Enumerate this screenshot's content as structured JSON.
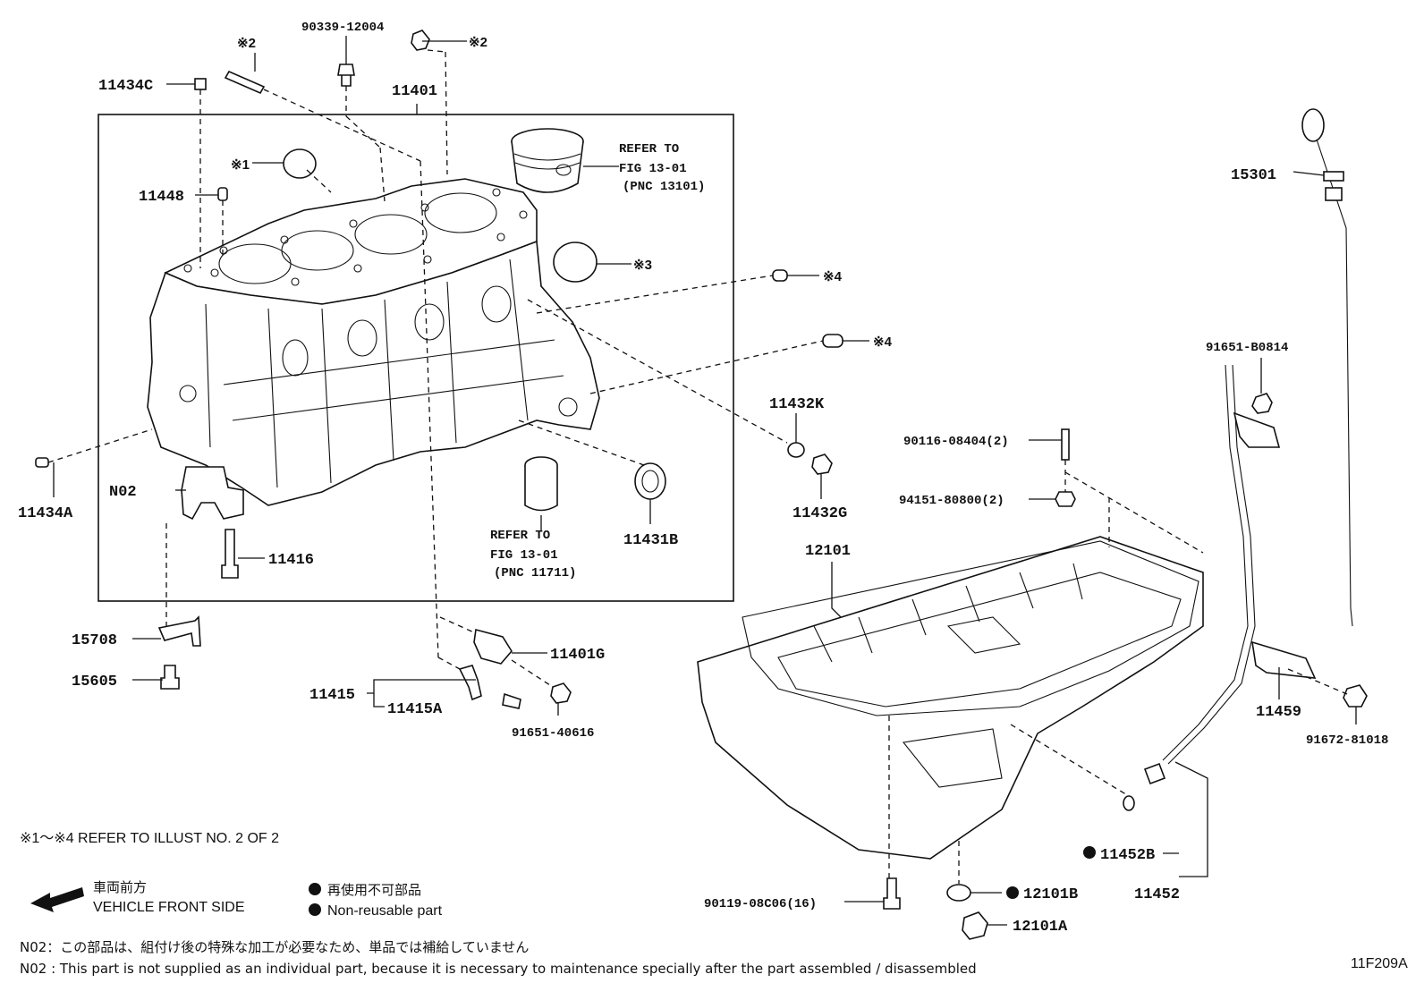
{
  "parts": {
    "p90339": "90339-12004",
    "p11434C": "11434C",
    "p11401": "11401",
    "p11448": "11448",
    "p11434A": "11434A",
    "pN02": "N02",
    "p11416": "11416",
    "p15708": "15708",
    "p15605": "15605",
    "p11415": "11415",
    "p11415A": "11415A",
    "p11401G": "11401G",
    "p91651_40616": "91651-40616",
    "p11431B": "11431B",
    "p11432K": "11432K",
    "p11432G": "11432G",
    "p90116": "90116-08404(2)",
    "p94151": "94151-80800(2)",
    "p12101": "12101",
    "p15301": "15301",
    "p91651_B0814": "91651-B0814",
    "p11459": "11459",
    "p91672": "91672-81018",
    "p11452B": "11452B",
    "p11452": "11452",
    "p90119": "90119-08C06(16)",
    "p12101B": "12101B",
    "p12101A": "12101A"
  },
  "marks": {
    "m1": "※1",
    "m2a": "※2",
    "m2b": "※2",
    "m3": "※3",
    "m4a": "※4",
    "m4b": "※4"
  },
  "refs": {
    "piston": {
      "l1": "REFER TO",
      "l2": "FIG 13-01",
      "l3": "(PNC 13101)"
    },
    "bearing": {
      "l1": "REFER TO",
      "l2": "FIG 13-01",
      "l3": "(PNC 11711)"
    }
  },
  "notes": {
    "refer_illust": "※1～※4  REFER TO ILLUST NO. 2 OF 2",
    "front_jp": "車両前方",
    "front_en": "VEHICLE FRONT SIDE",
    "nonreuse_jp": "再使用不可部品",
    "nonreuse_en": "Non-reusable part",
    "n02_jp": "N02：この部品は、組付け後の特殊な加工が必要なため、単品では補給していません",
    "n02_en": "N02 : This part is not supplied as an individual part, because it is necessary to maintenance specially after the part assembled / disassembled",
    "figure_id": "11F209A"
  }
}
